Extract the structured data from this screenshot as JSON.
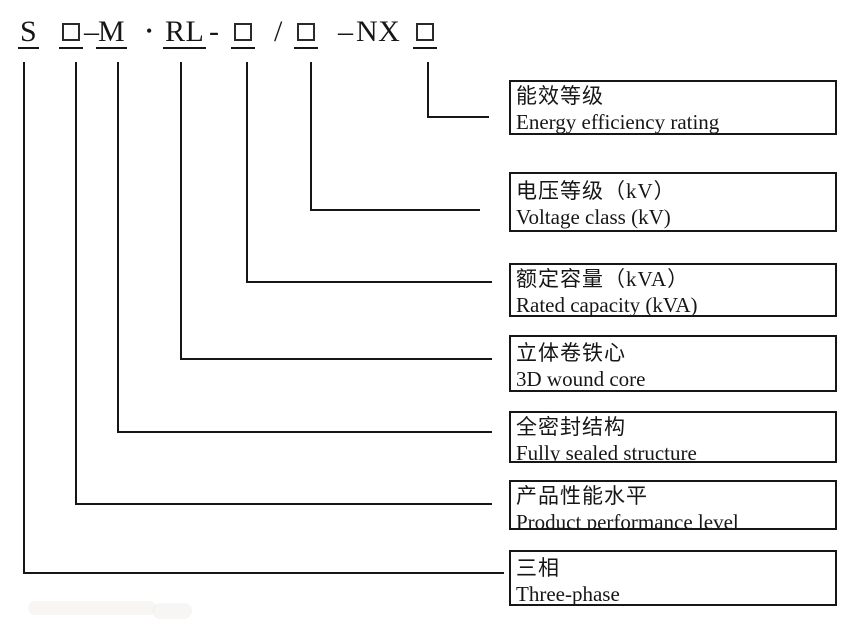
{
  "model_code": {
    "three_phase_code": "S",
    "dash_1": "–",
    "sealed_code": "M",
    "bullet": "•",
    "wound_core_code": "RL",
    "hyphen": "-",
    "slash": "/",
    "dash_2": "–",
    "efficiency_prefix": "NX"
  },
  "legend_boxes": [
    {
      "cn": "能效等级",
      "en": "Energy efficiency rating"
    },
    {
      "cn": "电压等级（kV）",
      "en": "Voltage class (kV)"
    },
    {
      "cn": "额定容量（kVA）",
      "en": "Rated capacity (kVA)"
    },
    {
      "cn": "立体卷铁心",
      "en": "3D wound core"
    },
    {
      "cn": "全密封结构",
      "en": "Fully sealed structure"
    },
    {
      "cn": "产品性能水平",
      "en": "Product performance level"
    },
    {
      "cn": "三相",
      "en": "Three-phase"
    }
  ],
  "colors": {
    "line": "#161616",
    "text": "#161616",
    "background": "#ffffff"
  }
}
